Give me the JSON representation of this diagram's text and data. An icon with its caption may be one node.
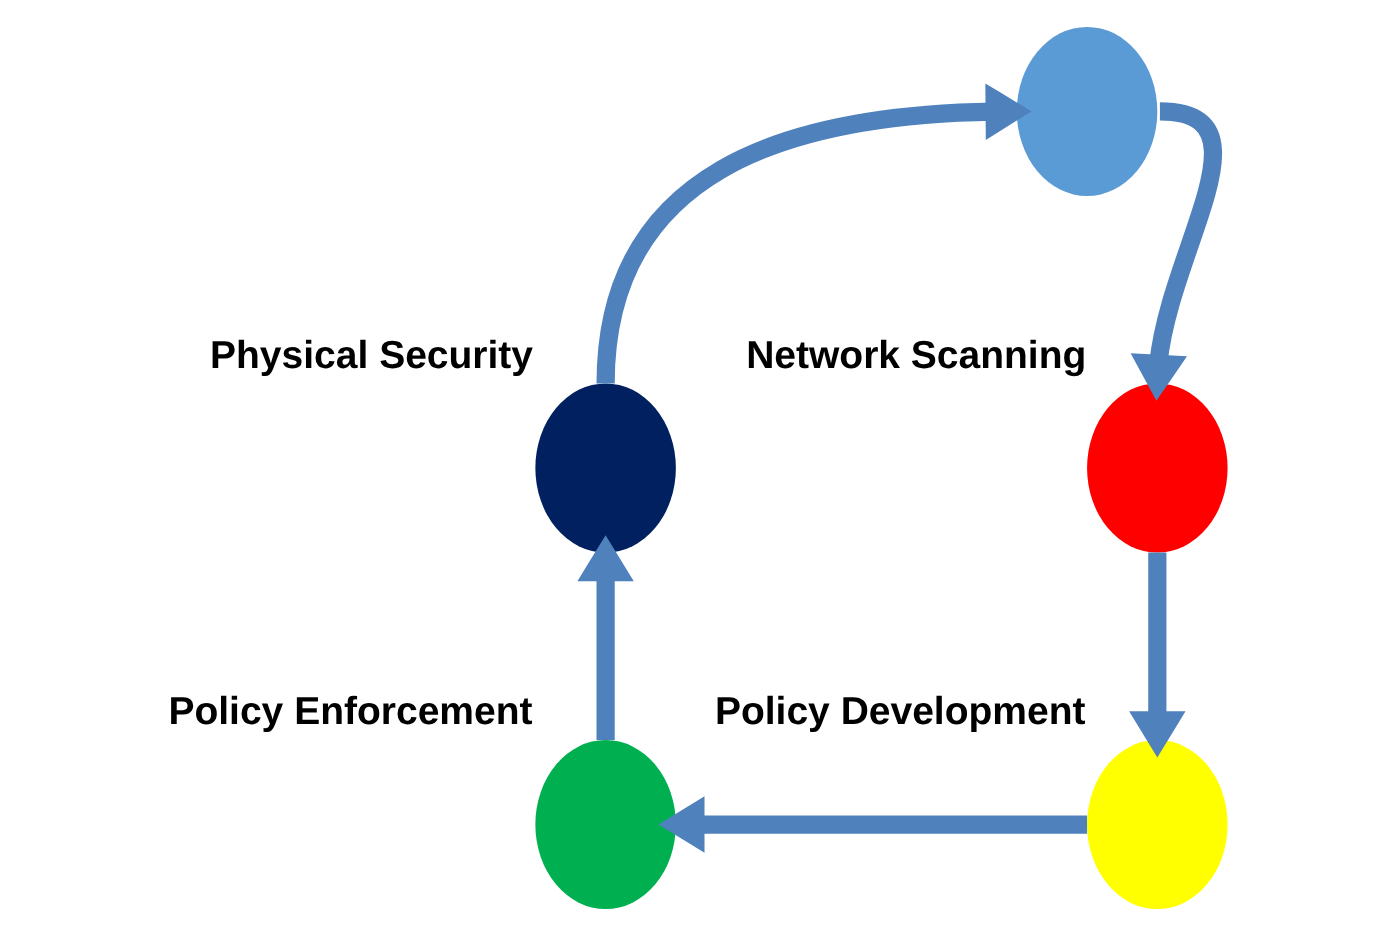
{
  "diagram": {
    "nodes": [
      {
        "text": [],
        "shape": "circle"
      },
      {
        "text": [],
        "shape": "circle",
        "beside": [
          "Physical Security"
        ]
      },
      {
        "text": [],
        "shape": "circle",
        "beside": [
          "Network Scanning"
        ]
      },
      {
        "text": [],
        "shape": "circle",
        "beside": [
          "Policy Enforcement"
        ]
      },
      {
        "text": [],
        "shape": "circle",
        "beside": [
          "Policy Development"
        ]
      }
    ],
    "edges": [
      {
        "from": 1,
        "to": 0,
        "arrow": "to"
      },
      {
        "from": 0,
        "to": 2,
        "arrow": "to"
      },
      {
        "from": 2,
        "to": 4,
        "arrow": "to"
      },
      {
        "from": 4,
        "to": 3,
        "arrow": "to"
      },
      {
        "from": 3,
        "to": 1,
        "arrow": "to"
      }
    ]
  }
}
